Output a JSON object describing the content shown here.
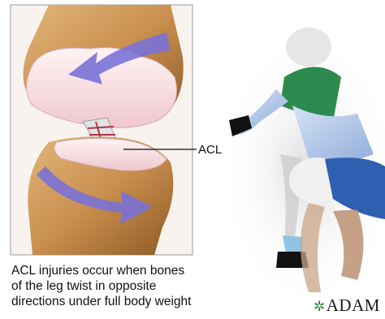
{
  "figure": {
    "structure_label": "ACL",
    "caption_lines": [
      "ACL injuries occur when bones",
      "of the leg twist in opposite",
      "directions under full body weight"
    ],
    "brand": "ADAM",
    "brand_mark": "✲"
  },
  "colors": {
    "bone": "#c98f4e",
    "cartilage": "#f5d8dc",
    "arrow": "#7a72d6",
    "jersey_green": "#2c8a4f",
    "pants_blue": "#a9c1e6",
    "jersey_blue": "#2f5fb0"
  }
}
